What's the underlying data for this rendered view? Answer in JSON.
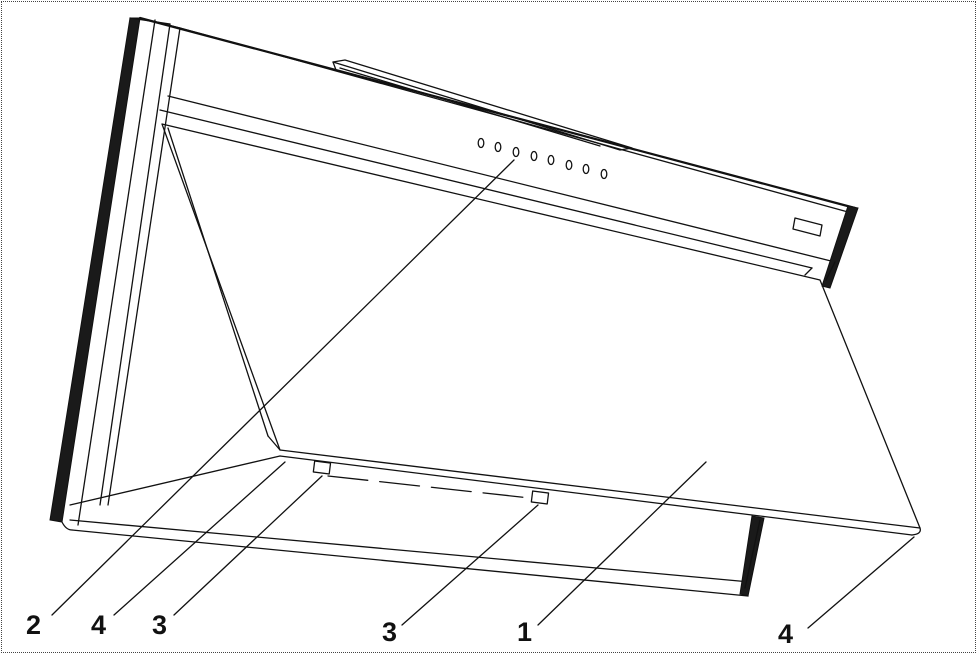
{
  "diagram": {
    "callouts": [
      {
        "id": "c-2a",
        "label": "2"
      },
      {
        "id": "c-4a",
        "label": "4"
      },
      {
        "id": "c-3a",
        "label": "3"
      },
      {
        "id": "c-3b",
        "label": "3"
      },
      {
        "id": "c-1",
        "label": "1"
      },
      {
        "id": "c-4b",
        "label": "4"
      }
    ]
  }
}
